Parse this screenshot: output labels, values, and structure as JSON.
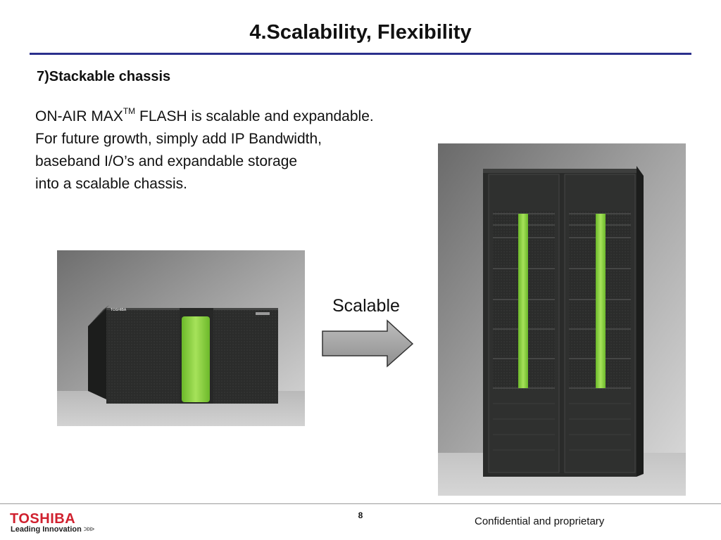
{
  "slide": {
    "title": "4.Scalability, Flexibility",
    "subheading": "7)Stackable chassis",
    "body": {
      "line1_before": "ON-AIR MAX",
      "line1_sup": "TM",
      "line1_after": " FLASH is scalable and expandable.",
      "line2": "For future growth, simply add IP Bandwidth,",
      "line3": "baseband I/O’s and expandable storage",
      "line4": "into a scalable chassis."
    },
    "arrow_label": "Scalable",
    "small_chassis_logo": "TOSHIBA"
  },
  "footer": {
    "logo": "TOSHIBA",
    "tagline": "Leading Innovation",
    "tagline_chevrons": ">>>",
    "page_number": "8",
    "confidential": "Confidential and proprietary"
  },
  "colors": {
    "accent_rule": "#2b2f8c",
    "brand_red": "#d0202e",
    "green_panel": "#8fd13c",
    "chassis": "#2c2d2c"
  }
}
